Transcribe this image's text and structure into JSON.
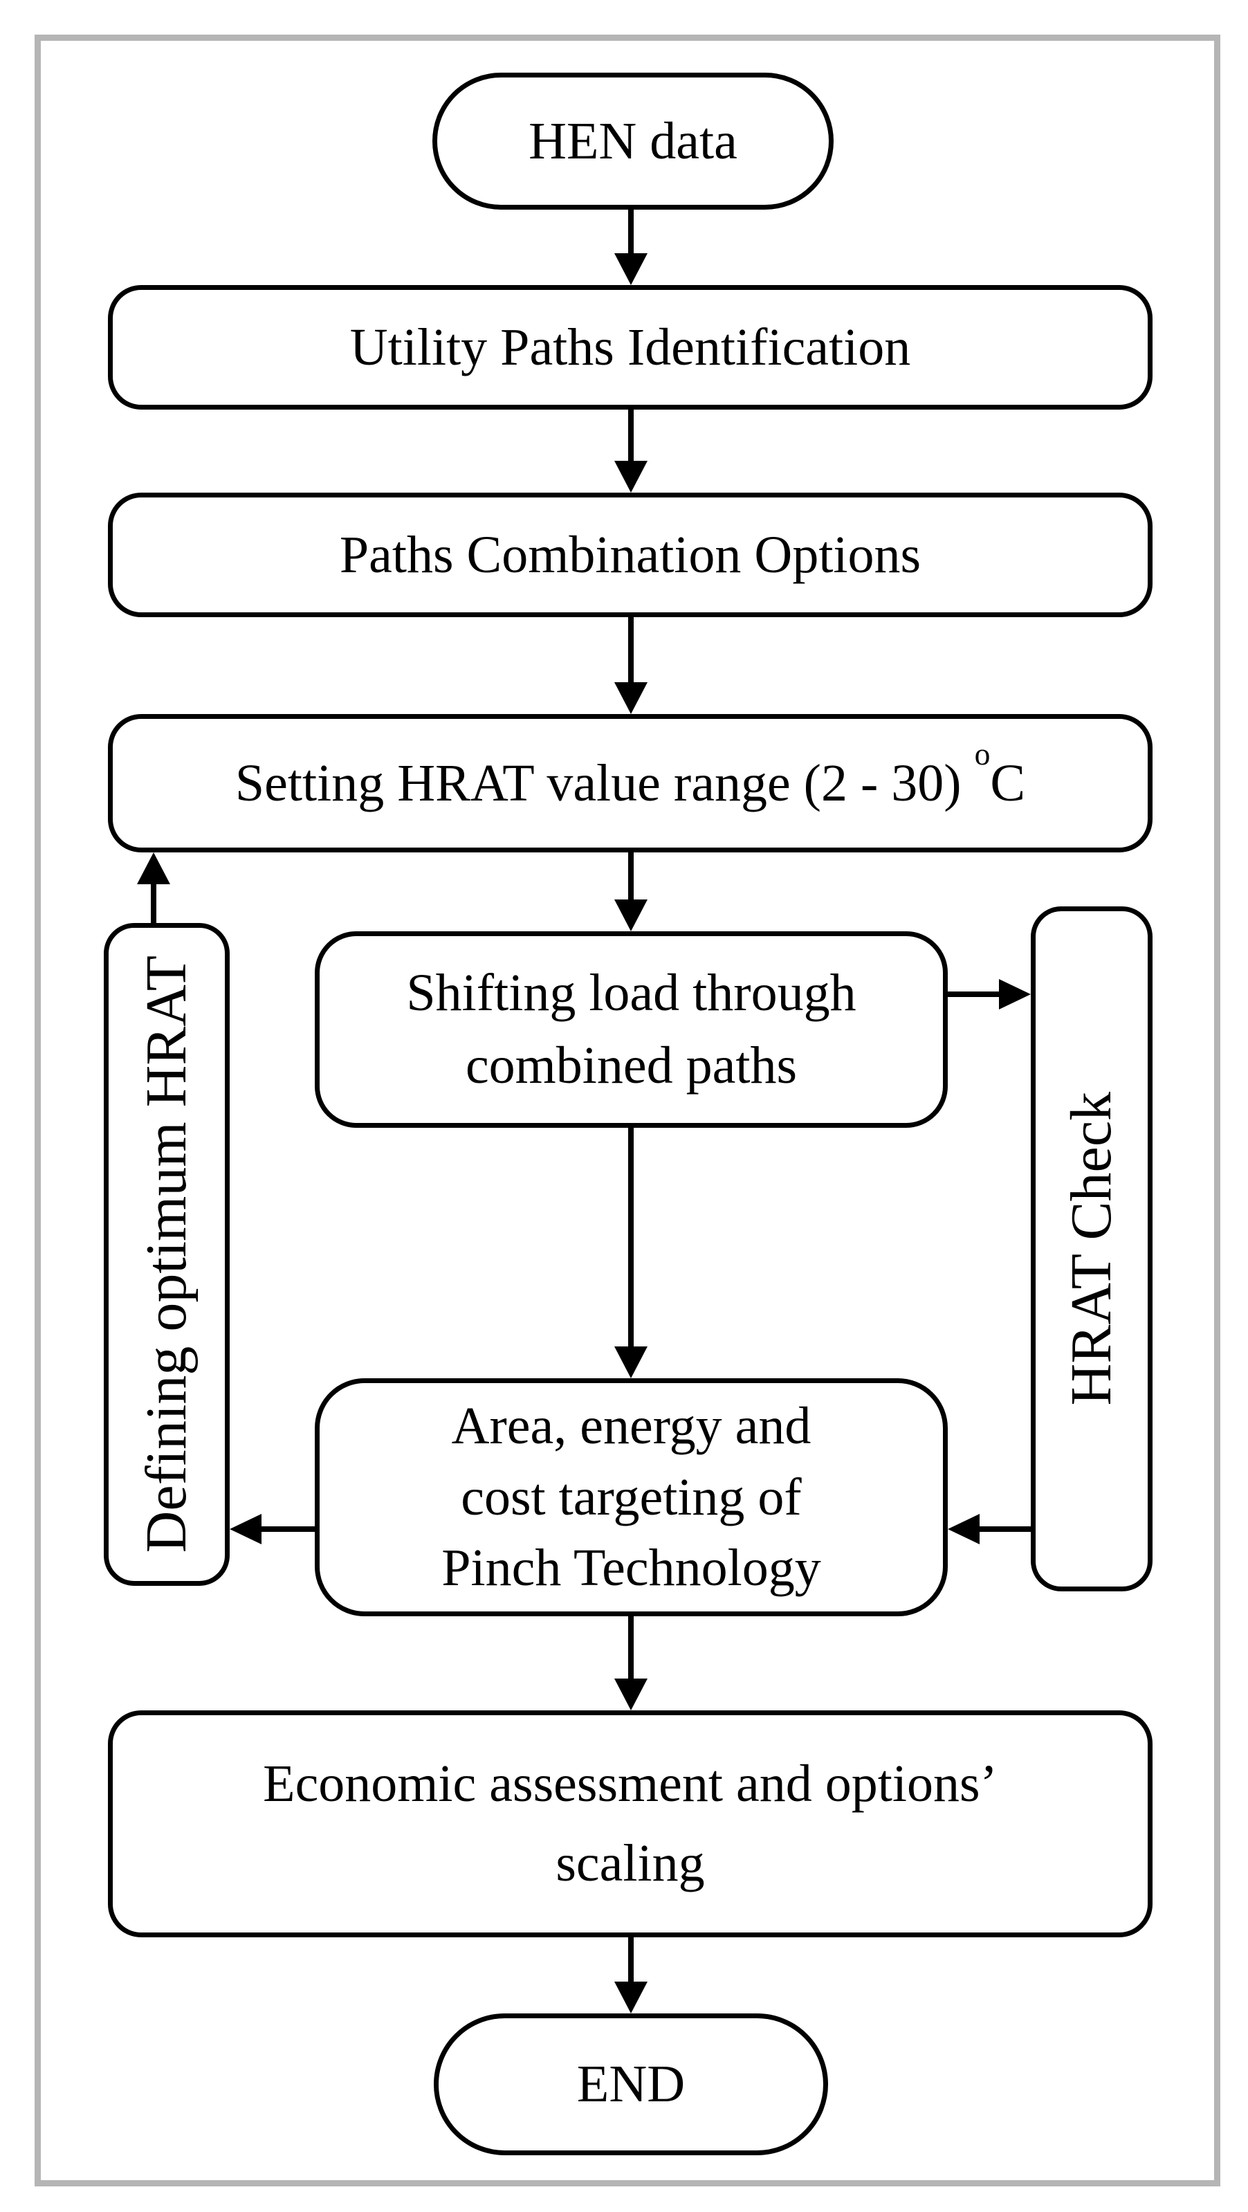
{
  "figure": {
    "type": "flowchart",
    "colors": {
      "stroke": "#000000",
      "fill": "#ffffff",
      "frame": "#b5b5b5",
      "background": "#ffffff"
    }
  },
  "nodes": {
    "hen_data": {
      "label": "HEN data"
    },
    "utility_paths": {
      "label": "Utility Paths Identification"
    },
    "paths_combination": {
      "label": "Paths Combination Options"
    },
    "setting_hrat": {
      "text_before_sup": "Setting HRAT value range (2 - 30) ",
      "sup": "o",
      "text_after_sup": "C"
    },
    "shifting_load": {
      "lines": [
        "Shifting load through",
        "combined paths"
      ]
    },
    "area_targeting": {
      "lines": [
        "Area, energy and",
        "cost targeting of",
        "Pinch Technology"
      ]
    },
    "economic_assessment": {
      "lines": [
        "Economic assessment and options’",
        "scaling"
      ]
    },
    "end": {
      "label": "END"
    },
    "defining_hrat": {
      "label": "Defining optimum HRAT"
    },
    "hrat_check": {
      "label": "HRAT Check"
    }
  }
}
